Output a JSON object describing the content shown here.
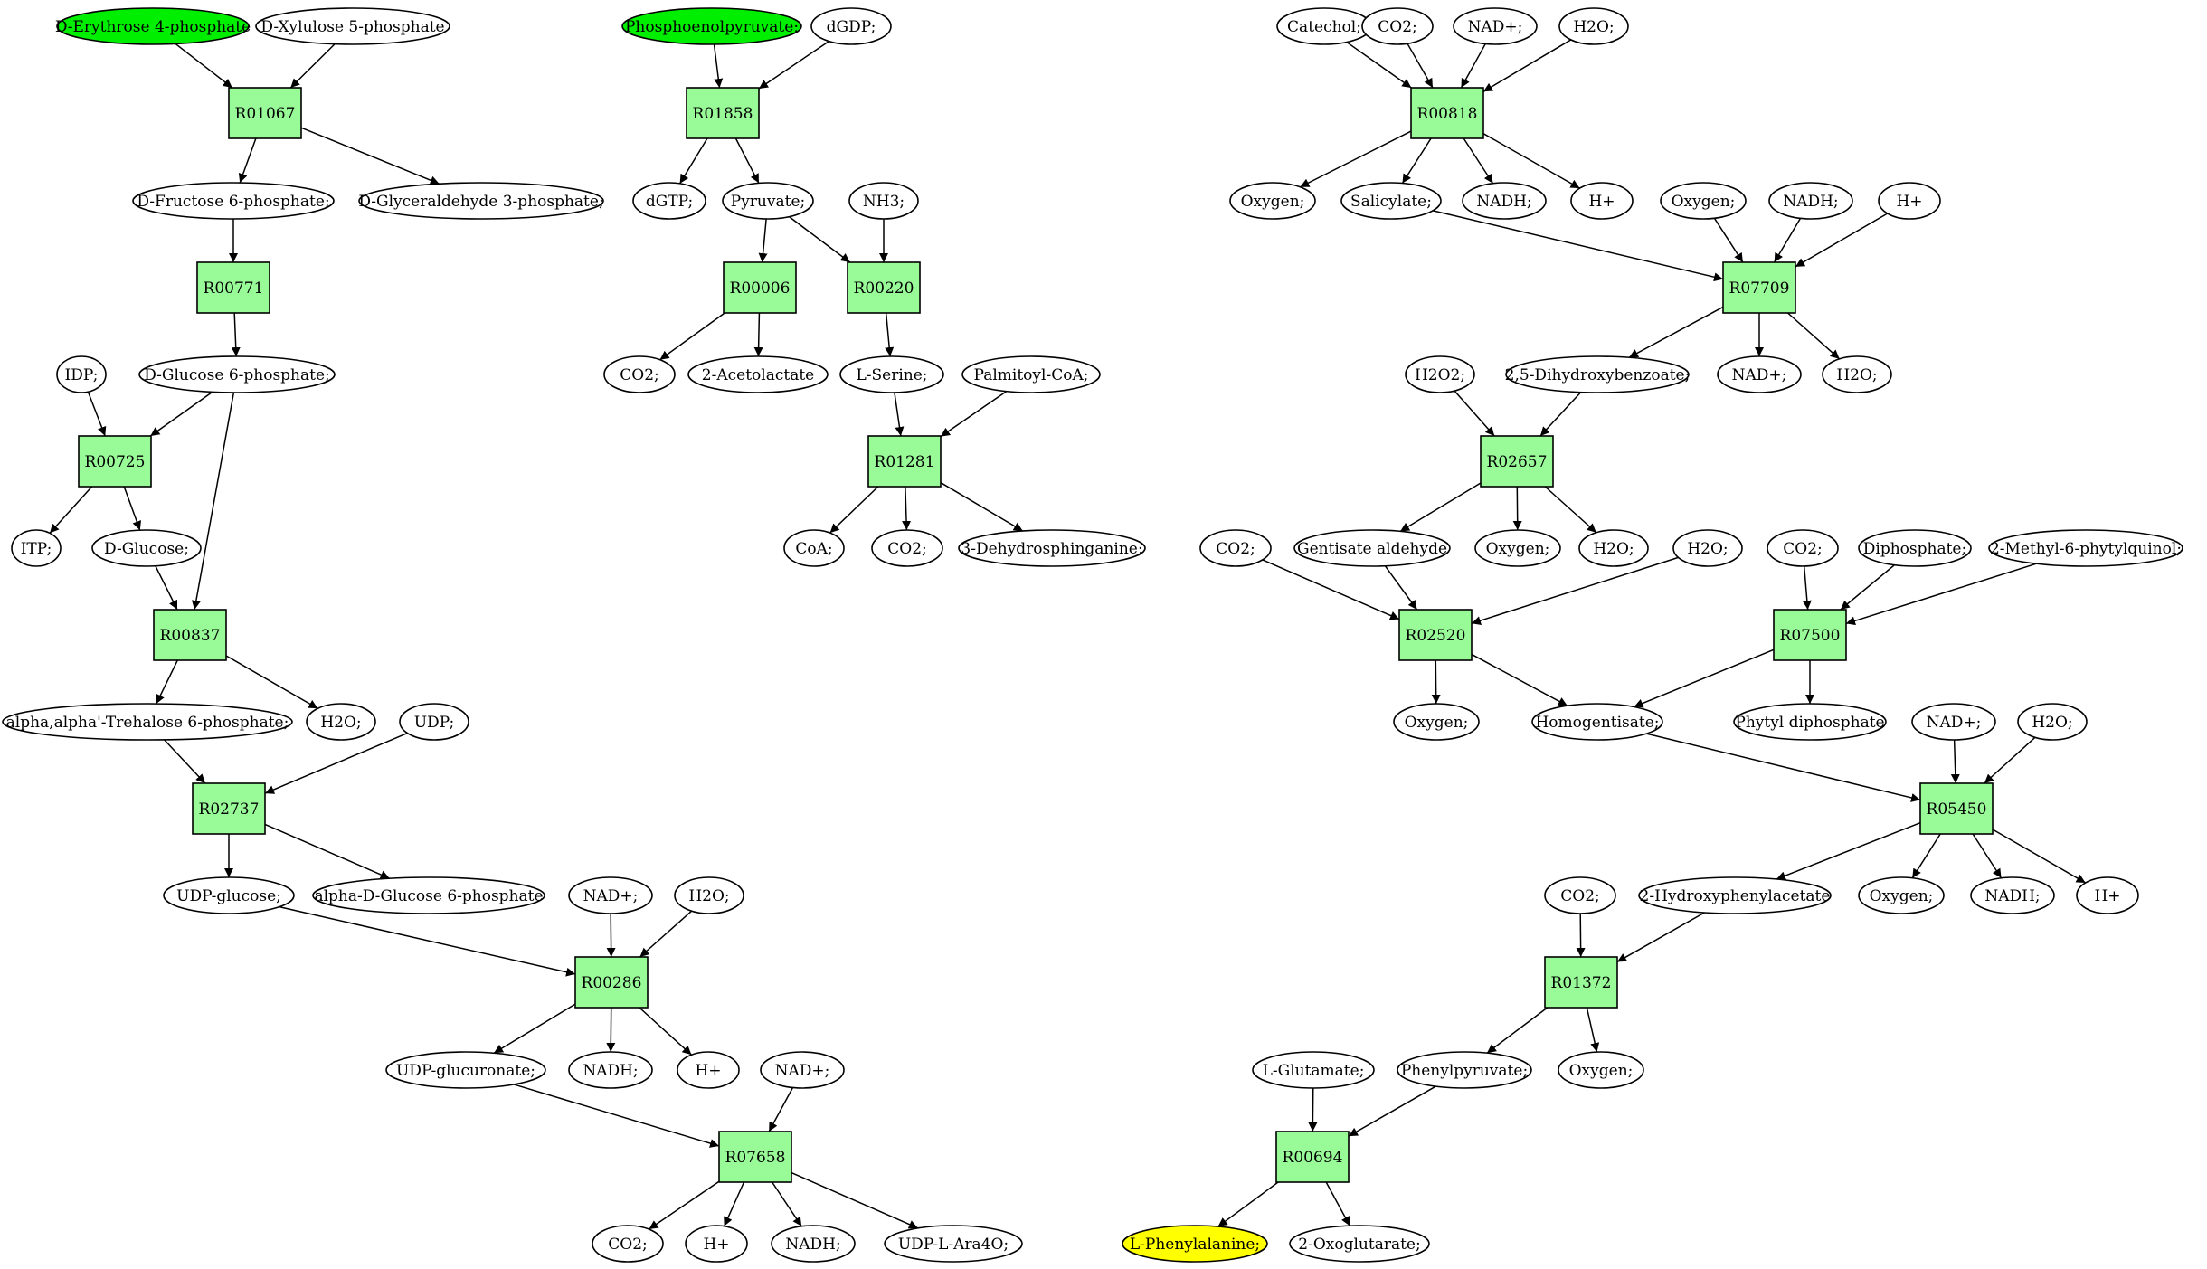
{
  "colors": {
    "reaction_fill": "#98fb98",
    "start_fill": "#00ee00",
    "target_fill": "#ffff00",
    "compound_fill": "#ffffff"
  },
  "nodes": [
    {
      "id": "c1",
      "label": "D-Erythrose 4-phosphate",
      "kind": "start"
    },
    {
      "id": "c2",
      "label": "D-Xylulose 5-phosphate",
      "kind": "compound"
    },
    {
      "id": "r1",
      "label": "R01067",
      "kind": "reaction"
    },
    {
      "id": "c3",
      "label": "D-Fructose 6-phosphate;",
      "kind": "compound"
    },
    {
      "id": "c4",
      "label": "D-Glyceraldehyde 3-phosphate;",
      "kind": "compound"
    },
    {
      "id": "r2",
      "label": "R00771",
      "kind": "reaction"
    },
    {
      "id": "c5",
      "label": "IDP;",
      "kind": "compound"
    },
    {
      "id": "c6",
      "label": "D-Glucose 6-phosphate;",
      "kind": "compound"
    },
    {
      "id": "r3",
      "label": "R00725",
      "kind": "reaction"
    },
    {
      "id": "c7",
      "label": "ITP;",
      "kind": "compound"
    },
    {
      "id": "c8",
      "label": "D-Glucose;",
      "kind": "compound"
    },
    {
      "id": "r4",
      "label": "R00837",
      "kind": "reaction"
    },
    {
      "id": "c9",
      "label": "alpha,alpha'-Trehalose 6-phosphate;",
      "kind": "compound"
    },
    {
      "id": "c10",
      "label": "H2O;",
      "kind": "compound"
    },
    {
      "id": "c11",
      "label": "UDP;",
      "kind": "compound"
    },
    {
      "id": "r5",
      "label": "R02737",
      "kind": "reaction"
    },
    {
      "id": "c12",
      "label": "UDP-glucose;",
      "kind": "compound"
    },
    {
      "id": "c13",
      "label": "alpha-D-Glucose 6-phosphate",
      "kind": "compound"
    },
    {
      "id": "c14",
      "label": "NAD+;",
      "kind": "compound"
    },
    {
      "id": "c15",
      "label": "H2O;",
      "kind": "compound"
    },
    {
      "id": "r6",
      "label": "R00286",
      "kind": "reaction"
    },
    {
      "id": "c16",
      "label": "UDP-glucuronate;",
      "kind": "compound"
    },
    {
      "id": "c17",
      "label": "NADH;",
      "kind": "compound"
    },
    {
      "id": "c18",
      "label": "H+",
      "kind": "compound"
    },
    {
      "id": "c19",
      "label": "NAD+;",
      "kind": "compound"
    },
    {
      "id": "r7",
      "label": "R07658",
      "kind": "reaction"
    },
    {
      "id": "c20",
      "label": "CO2;",
      "kind": "compound"
    },
    {
      "id": "c21",
      "label": "H+",
      "kind": "compound"
    },
    {
      "id": "c22",
      "label": "NADH;",
      "kind": "compound"
    },
    {
      "id": "c23",
      "label": "UDP-L-Ara4O;",
      "kind": "compound"
    },
    {
      "id": "c24",
      "label": "Phosphoenolpyruvate;",
      "kind": "start"
    },
    {
      "id": "c25",
      "label": "dGDP;",
      "kind": "compound"
    },
    {
      "id": "r8",
      "label": "R01858",
      "kind": "reaction"
    },
    {
      "id": "c26",
      "label": "dGTP;",
      "kind": "compound"
    },
    {
      "id": "c27",
      "label": "Pyruvate;",
      "kind": "compound"
    },
    {
      "id": "c28",
      "label": "NH3;",
      "kind": "compound"
    },
    {
      "id": "r9",
      "label": "R00006",
      "kind": "reaction"
    },
    {
      "id": "r10",
      "label": "R00220",
      "kind": "reaction"
    },
    {
      "id": "c29",
      "label": "CO2;",
      "kind": "compound"
    },
    {
      "id": "c30",
      "label": "2-Acetolactate",
      "kind": "compound"
    },
    {
      "id": "c31",
      "label": "L-Serine;",
      "kind": "compound"
    },
    {
      "id": "c32",
      "label": "Palmitoyl-CoA;",
      "kind": "compound"
    },
    {
      "id": "r11",
      "label": "R01281",
      "kind": "reaction"
    },
    {
      "id": "c33",
      "label": "CoA;",
      "kind": "compound"
    },
    {
      "id": "c34",
      "label": "CO2;",
      "kind": "compound"
    },
    {
      "id": "c35",
      "label": "3-Dehydrosphinganine;",
      "kind": "compound"
    },
    {
      "id": "c36",
      "label": "Catechol;",
      "kind": "compound"
    },
    {
      "id": "c37",
      "label": "CO2;",
      "kind": "compound"
    },
    {
      "id": "c38",
      "label": "NAD+;",
      "kind": "compound"
    },
    {
      "id": "c39",
      "label": "H2O;",
      "kind": "compound"
    },
    {
      "id": "r12",
      "label": "R00818",
      "kind": "reaction"
    },
    {
      "id": "c40",
      "label": "Oxygen;",
      "kind": "compound"
    },
    {
      "id": "c41",
      "label": "Salicylate;",
      "kind": "compound"
    },
    {
      "id": "c42",
      "label": "NADH;",
      "kind": "compound"
    },
    {
      "id": "c43",
      "label": "H+",
      "kind": "compound"
    },
    {
      "id": "c44",
      "label": "Oxygen;",
      "kind": "compound"
    },
    {
      "id": "c45",
      "label": "NADH;",
      "kind": "compound"
    },
    {
      "id": "c46",
      "label": "H+",
      "kind": "compound"
    },
    {
      "id": "r13",
      "label": "R07709",
      "kind": "reaction"
    },
    {
      "id": "c47",
      "label": "H2O2;",
      "kind": "compound"
    },
    {
      "id": "c48",
      "label": "2,5-Dihydroxybenzoate;",
      "kind": "compound"
    },
    {
      "id": "c49",
      "label": "NAD+;",
      "kind": "compound"
    },
    {
      "id": "c50",
      "label": "H2O;",
      "kind": "compound"
    },
    {
      "id": "r14",
      "label": "R02657",
      "kind": "reaction"
    },
    {
      "id": "c51",
      "label": "CO2;",
      "kind": "compound"
    },
    {
      "id": "c52",
      "label": "Gentisate aldehyde",
      "kind": "compound"
    },
    {
      "id": "c53",
      "label": "Oxygen;",
      "kind": "compound"
    },
    {
      "id": "c54",
      "label": "H2O;",
      "kind": "compound"
    },
    {
      "id": "c55",
      "label": "H2O;",
      "kind": "compound"
    },
    {
      "id": "c56",
      "label": "CO2;",
      "kind": "compound"
    },
    {
      "id": "c57",
      "label": "Diphosphate;",
      "kind": "compound"
    },
    {
      "id": "c58",
      "label": "2-Methyl-6-phytylquinol;",
      "kind": "compound"
    },
    {
      "id": "r15",
      "label": "R02520",
      "kind": "reaction"
    },
    {
      "id": "r16",
      "label": "R07500",
      "kind": "reaction"
    },
    {
      "id": "c59",
      "label": "Oxygen;",
      "kind": "compound"
    },
    {
      "id": "c60",
      "label": "Homogentisate;",
      "kind": "compound"
    },
    {
      "id": "c61",
      "label": "Phytyl diphosphate",
      "kind": "compound"
    },
    {
      "id": "c62",
      "label": "NAD+;",
      "kind": "compound"
    },
    {
      "id": "c63",
      "label": "H2O;",
      "kind": "compound"
    },
    {
      "id": "r17",
      "label": "R05450",
      "kind": "reaction"
    },
    {
      "id": "c64",
      "label": "CO2;",
      "kind": "compound"
    },
    {
      "id": "c65",
      "label": "2-Hydroxyphenylacetate",
      "kind": "compound"
    },
    {
      "id": "c66",
      "label": "Oxygen;",
      "kind": "compound"
    },
    {
      "id": "c67",
      "label": "NADH;",
      "kind": "compound"
    },
    {
      "id": "c68",
      "label": "H+",
      "kind": "compound"
    },
    {
      "id": "r18",
      "label": "R01372",
      "kind": "reaction"
    },
    {
      "id": "c69",
      "label": "L-Glutamate;",
      "kind": "compound"
    },
    {
      "id": "c70",
      "label": "Phenylpyruvate;",
      "kind": "compound"
    },
    {
      "id": "c71",
      "label": "Oxygen;",
      "kind": "compound"
    },
    {
      "id": "r19",
      "label": "R00694",
      "kind": "reaction"
    },
    {
      "id": "c72",
      "label": "L-Phenylalanine;",
      "kind": "target"
    },
    {
      "id": "c73",
      "label": "2-Oxoglutarate;",
      "kind": "compound"
    }
  ],
  "edges": [
    [
      "c1",
      "r1"
    ],
    [
      "c2",
      "r1"
    ],
    [
      "r1",
      "c3"
    ],
    [
      "r1",
      "c4"
    ],
    [
      "c3",
      "r2"
    ],
    [
      "r2",
      "c6"
    ],
    [
      "c5",
      "r3"
    ],
    [
      "c6",
      "r3"
    ],
    [
      "r3",
      "c7"
    ],
    [
      "r3",
      "c8"
    ],
    [
      "c8",
      "r4"
    ],
    [
      "c6",
      "r4"
    ],
    [
      "r4",
      "c9"
    ],
    [
      "r4",
      "c10"
    ],
    [
      "c9",
      "r5"
    ],
    [
      "c11",
      "r5"
    ],
    [
      "r5",
      "c12"
    ],
    [
      "r5",
      "c13"
    ],
    [
      "c12",
      "r6"
    ],
    [
      "c14",
      "r6"
    ],
    [
      "c15",
      "r6"
    ],
    [
      "r6",
      "c16"
    ],
    [
      "r6",
      "c17"
    ],
    [
      "r6",
      "c18"
    ],
    [
      "c16",
      "r7"
    ],
    [
      "c19",
      "r7"
    ],
    [
      "r7",
      "c20"
    ],
    [
      "r7",
      "c21"
    ],
    [
      "r7",
      "c22"
    ],
    [
      "r7",
      "c23"
    ],
    [
      "c24",
      "r8"
    ],
    [
      "c25",
      "r8"
    ],
    [
      "r8",
      "c26"
    ],
    [
      "r8",
      "c27"
    ],
    [
      "c27",
      "r9"
    ],
    [
      "c27",
      "r10"
    ],
    [
      "c28",
      "r10"
    ],
    [
      "r9",
      "c29"
    ],
    [
      "r9",
      "c30"
    ],
    [
      "r10",
      "c31"
    ],
    [
      "c31",
      "r11"
    ],
    [
      "c32",
      "r11"
    ],
    [
      "r11",
      "c33"
    ],
    [
      "r11",
      "c34"
    ],
    [
      "r11",
      "c35"
    ],
    [
      "c36",
      "r12"
    ],
    [
      "c37",
      "r12"
    ],
    [
      "c38",
      "r12"
    ],
    [
      "c39",
      "r12"
    ],
    [
      "r12",
      "c40"
    ],
    [
      "r12",
      "c41"
    ],
    [
      "r12",
      "c42"
    ],
    [
      "r12",
      "c43"
    ],
    [
      "c41",
      "r13"
    ],
    [
      "c44",
      "r13"
    ],
    [
      "c45",
      "r13"
    ],
    [
      "c46",
      "r13"
    ],
    [
      "r13",
      "c48"
    ],
    [
      "r13",
      "c49"
    ],
    [
      "r13",
      "c50"
    ],
    [
      "c47",
      "r14"
    ],
    [
      "c48",
      "r14"
    ],
    [
      "r14",
      "c52"
    ],
    [
      "r14",
      "c53"
    ],
    [
      "r14",
      "c54"
    ],
    [
      "c51",
      "r15"
    ],
    [
      "c52",
      "r15"
    ],
    [
      "c55",
      "r15"
    ],
    [
      "r15",
      "c59"
    ],
    [
      "r15",
      "c60"
    ],
    [
      "c56",
      "r16"
    ],
    [
      "c57",
      "r16"
    ],
    [
      "c58",
      "r16"
    ],
    [
      "r16",
      "c60"
    ],
    [
      "r16",
      "c61"
    ],
    [
      "c60",
      "r17"
    ],
    [
      "c62",
      "r17"
    ],
    [
      "c63",
      "r17"
    ],
    [
      "r17",
      "c65"
    ],
    [
      "r17",
      "c66"
    ],
    [
      "r17",
      "c67"
    ],
    [
      "r17",
      "c68"
    ],
    [
      "c64",
      "r18"
    ],
    [
      "c65",
      "r18"
    ],
    [
      "r18",
      "c70"
    ],
    [
      "r18",
      "c71"
    ],
    [
      "c69",
      "r19"
    ],
    [
      "c70",
      "r19"
    ],
    [
      "r19",
      "c72"
    ],
    [
      "r19",
      "c73"
    ]
  ]
}
